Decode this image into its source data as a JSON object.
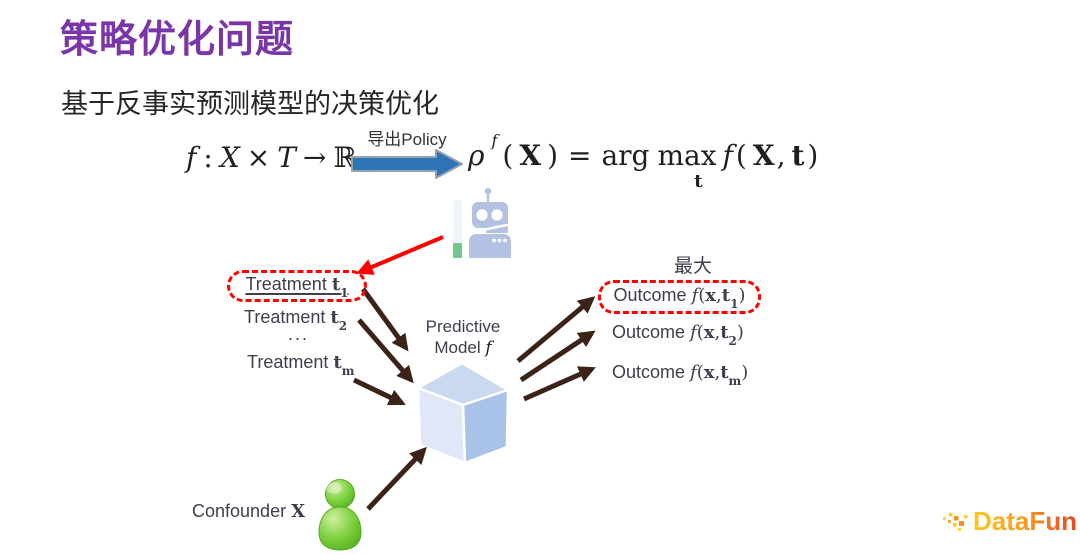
{
  "slide": {
    "title": "策略优化问题",
    "subtitle": "基于反事实预测模型的决策优化"
  },
  "formula": {
    "left": {
      "f": "f",
      "colon": ":",
      "X": "X",
      "times": "×",
      "T": "T",
      "to": "→",
      "R": "ℝ"
    },
    "policy_label": "导出Policy",
    "right": {
      "rho": "ρ",
      "sup": "f",
      "open": "(",
      "X": "X",
      "close": ")",
      "equals": "=",
      "arg": "arg",
      "max": "max",
      "max_sub": "t",
      "f": "f",
      "open2": "(",
      "X2": "X",
      "comma": ",",
      "t": "t",
      "close2": ")"
    }
  },
  "diagram": {
    "treatments": {
      "items": [
        {
          "label": "Treatment",
          "var": "t",
          "sub": "1"
        },
        {
          "label": "Treatment",
          "var": "t",
          "sub": "2"
        },
        {
          "label": "Treatment",
          "var": "t",
          "sub": "m"
        }
      ],
      "ellipsis": "..."
    },
    "model": {
      "line1": "Predictive",
      "line2": "Model",
      "f": "f"
    },
    "outcomes": {
      "max_label": "最大",
      "items": [
        {
          "label": "Outcome",
          "f": "f",
          "open": "(",
          "x": "x",
          "comma": ",",
          "t": "t",
          "sub": "1",
          "close": ")"
        },
        {
          "label": "Outcome",
          "f": "f",
          "open": "(",
          "x": "x",
          "comma": ",",
          "t": "t",
          "sub": "2",
          "close": ")"
        },
        {
          "label": "Outcome",
          "f": "f",
          "open": "(",
          "x": "x",
          "comma": ",",
          "t": "t",
          "sub": "m",
          "close": ")"
        }
      ]
    },
    "confounder": {
      "label": "Confounder",
      "var": "X"
    }
  },
  "logo": {
    "name": "DataFun",
    "dot": "."
  },
  "colors": {
    "title_purple": "#7A35A8",
    "text_dark": "#3E3E4E",
    "formula_black": "#1F1F1F",
    "blue_arrow": "#2E75B6",
    "blue_arrow_outline": "#93A2AC",
    "dark_arrow": "#3B2318",
    "highlight_red": "#FF0000",
    "robot_blue": "#B3C2E3",
    "robot_bar_bg": "#EFF3FB",
    "robot_bar_green": "#72C98D",
    "cube_top": "#C9D9F0",
    "cube_left": "#E0E7F7",
    "cube_right": "#A9C3E8",
    "person_green": "#7BD03C",
    "person_green_dark": "#55AB21",
    "person_green_light": "#CFF0A2",
    "logo_yellow": "#FFC919",
    "logo_orange": "#F7941E",
    "logo_red": "#EF4123"
  }
}
